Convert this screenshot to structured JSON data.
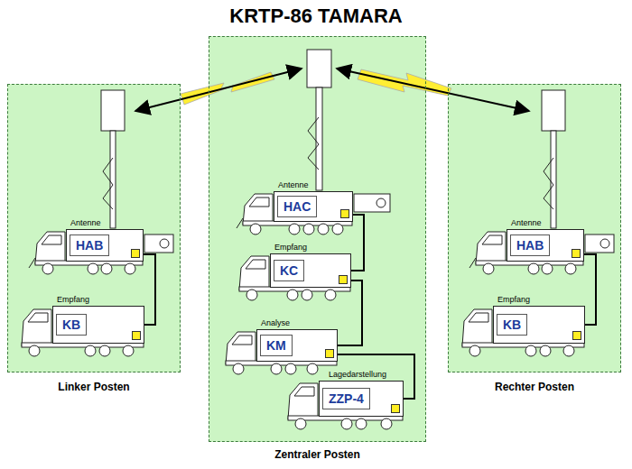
{
  "diagram": {
    "title": "KRTP-86 TAMARA",
    "nodes": [
      {
        "text": [
          "Linker Posten"
        ]
      },
      {
        "text": [
          "Antenne",
          "HAB"
        ],
        "in": 0
      },
      {
        "text": [
          "Empfang",
          "KB"
        ],
        "in": 0
      },
      {
        "text": [
          "Zentraler Posten"
        ]
      },
      {
        "text": [
          "Antenne",
          "HAC"
        ],
        "in": 3
      },
      {
        "text": [
          "Empfang",
          "KC"
        ],
        "in": 3
      },
      {
        "text": [
          "Analyse",
          "KM"
        ],
        "in": 3
      },
      {
        "text": [
          "Lagedarstellung",
          "ZZP-4"
        ],
        "in": 3
      },
      {
        "text": [
          "Rechter Posten"
        ]
      },
      {
        "text": [
          "Antenne",
          "HAB"
        ],
        "in": 8
      },
      {
        "text": [
          "Empfang",
          "KB"
        ],
        "in": 8
      }
    ],
    "edges": [
      {
        "from": 1,
        "to": 2,
        "arrow": "none"
      },
      {
        "from": 4,
        "to": 5,
        "arrow": "none"
      },
      {
        "from": 5,
        "to": 6,
        "arrow": "none"
      },
      {
        "from": 6,
        "to": 7,
        "arrow": "none"
      },
      {
        "from": 9,
        "to": 10,
        "arrow": "none"
      }
    ]
  }
}
